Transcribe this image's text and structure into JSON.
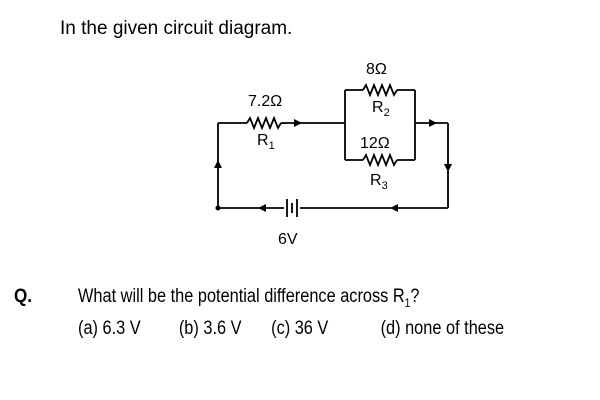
{
  "intro": "In the given circuit diagram.",
  "circuit": {
    "r1": {
      "value": "7.2Ω",
      "name": "R",
      "sub": "1"
    },
    "r2": {
      "value": "8Ω",
      "name": "R",
      "sub": "2"
    },
    "r3": {
      "value": "12Ω",
      "name": "R",
      "sub": "3"
    },
    "battery": {
      "value": "6V"
    }
  },
  "question": {
    "marker": "Q.",
    "text": "What will be the potential difference across R",
    "text_sub": "1",
    "text_end": "?",
    "options": [
      "(a)  6.3 V",
      "(b)  3.6 V",
      "(c)  36 V",
      "(d)  none of these"
    ]
  }
}
